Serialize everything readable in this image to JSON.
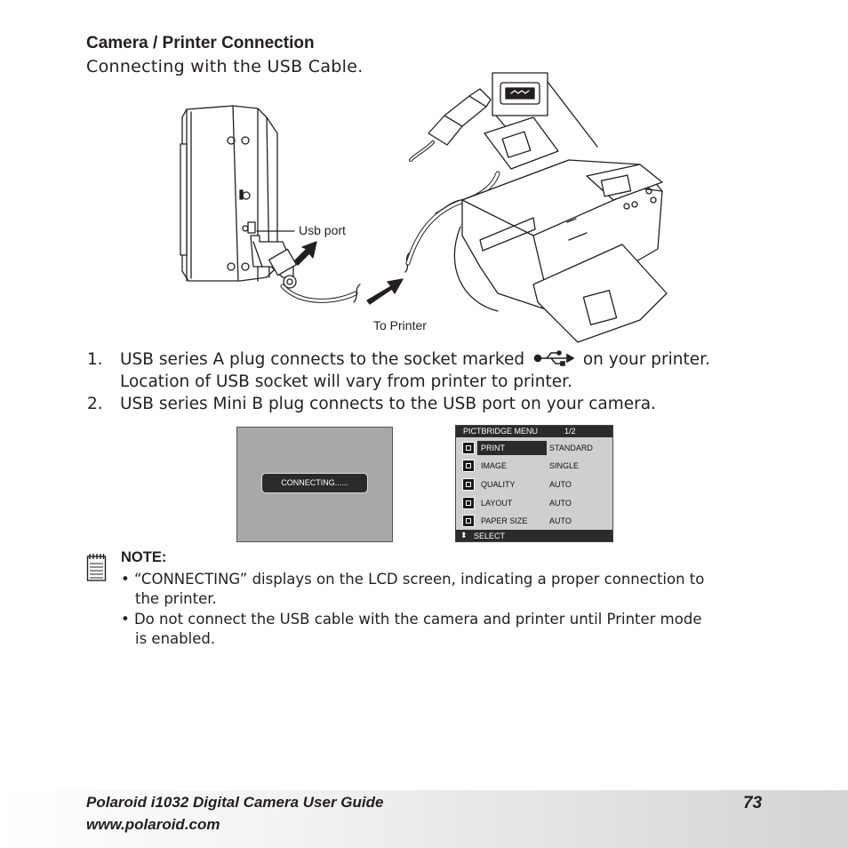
{
  "heading": {
    "section": "Camera / Printer Connection",
    "sub": "Connecting with the USB Cable."
  },
  "diagram": {
    "usb_port_label": "Usb port",
    "to_printer_label": "To Printer"
  },
  "steps": [
    {
      "num": "1.",
      "text_before": "USB series A plug connects to the socket marked",
      "icon": "usb-symbol-icon",
      "text_after": "on your printer.",
      "line2": "Location of USB socket will vary from printer to printer."
    },
    {
      "num": "2.",
      "text": "USB series Mini B plug connects to the USB port on your camera."
    }
  ],
  "lcd_connecting": {
    "message": "CONNECTING......"
  },
  "pictbridge_menu": {
    "title": "PICTBRIDGE MENU",
    "page": "1/2",
    "rows": [
      {
        "icon": "print-icon",
        "label": "PRINT",
        "value": "STANDARD",
        "selected": true
      },
      {
        "icon": "image-icon",
        "label": "IMAGE",
        "value": "SINGLE"
      },
      {
        "icon": "quality-icon",
        "label": "QUALITY",
        "value": "AUTO"
      },
      {
        "icon": "layout-icon",
        "label": "LAYOUT",
        "value": "AUTO"
      },
      {
        "icon": "paper-size-icon",
        "label": "PAPER SIZE",
        "value": "AUTO"
      }
    ],
    "footer": {
      "icon": "navigate-arrows-icon",
      "label": "SELECT"
    }
  },
  "note": {
    "title": "NOTE:",
    "bullets": [
      {
        "line1": "• “CONNECTING” displays on the LCD screen, indicating a proper connection to",
        "line2": "the printer."
      },
      {
        "line1": "• Do not connect the USB cable with the camera and printer until Printer mode",
        "line2": "is enabled."
      }
    ]
  },
  "footer": {
    "title": "Polaroid i1032 Digital Camera User Guide",
    "url": "www.polaroid.com",
    "page_number": "73"
  }
}
